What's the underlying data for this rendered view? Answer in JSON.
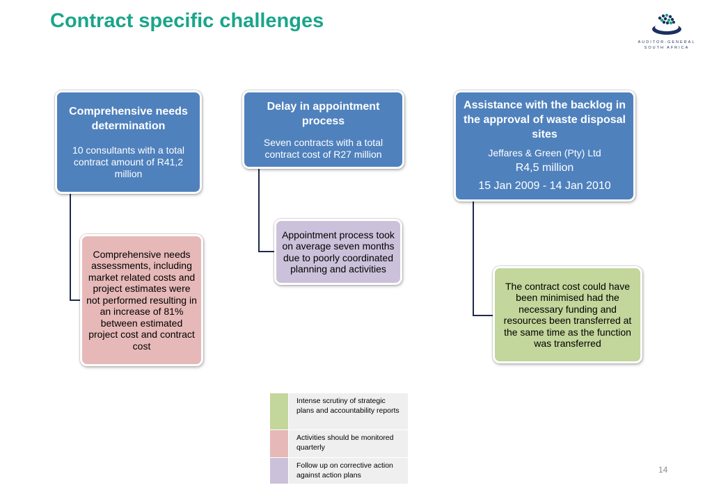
{
  "title": "Contract specific challenges",
  "logo": {
    "line1": "AUDITOR-GENERAL",
    "line2": "SOUTH AFRICA"
  },
  "columns": [
    {
      "header": {
        "title": "Comprehensive needs determination",
        "detail": "10 consultants  with a total contract amount of R41,2 million"
      },
      "finding": "Comprehensive needs assessments, including market related costs and project estimates were not performed resulting in an increase of 81% between estimated project cost and contract cost"
    },
    {
      "header": {
        "title": "Delay in appointment process",
        "detail": "Seven contracts with a total contract cost of  R27 million"
      },
      "finding": "Appointment process took on average seven months due to  poorly coordinated planning and activities"
    },
    {
      "header": {
        "title": "Assistance with the backlog in the approval of waste disposal sites",
        "detail": "Jeffares & Green (Pty) Ltd",
        "amount": "R4,5 million",
        "period": "15 Jan 2009 - 14 Jan 2010"
      },
      "finding": "The contract cost could have been minimised had the necessary funding and resources been transferred at the same time as the function was transferred"
    }
  ],
  "legend": [
    {
      "color": "#c3d69b",
      "text": "Intense scrutiny of strategic plans  and accountability reports"
    },
    {
      "color": "#e6b9b8",
      "text": "Activities should be monitored quarterly"
    },
    {
      "color": "#ccc1da",
      "text": "Follow up on corrective action against action plans"
    }
  ],
  "colors": {
    "title": "#1aa58a",
    "header_box": "#4f81bd",
    "connector": "#1c2a4a"
  },
  "page_number": "14"
}
